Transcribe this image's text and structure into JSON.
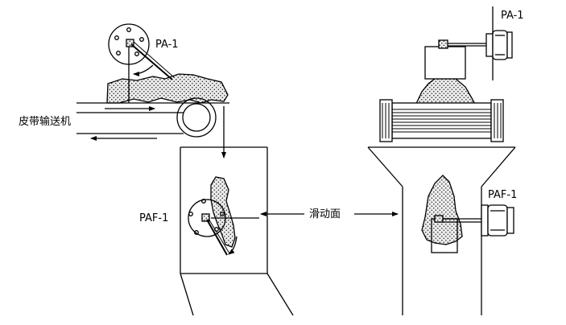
{
  "labels": {
    "pa1_left": "PA-1",
    "pa1_right": "PA-1",
    "conveyor": "皮带输送机",
    "paf1_left": "PAF-1",
    "paf1_right": "PAF-1",
    "sliding_surface": "滑动面"
  },
  "colors": {
    "ink": "#000000",
    "material": "#dcdcdc",
    "background": "#ffffff"
  },
  "icons": {
    "paddle": "rotary-paddle-icon",
    "level_switch": "level-switch-icon"
  }
}
